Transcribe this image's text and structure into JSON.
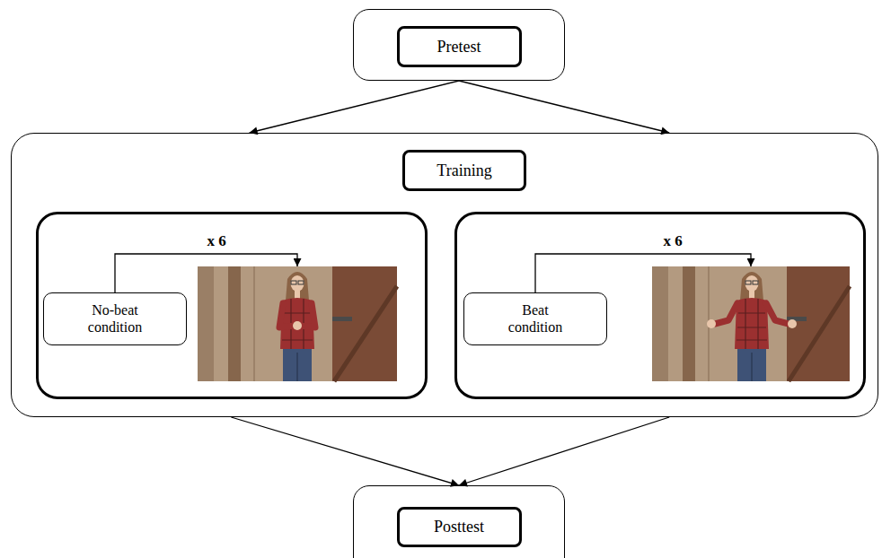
{
  "diagram": {
    "nodes": [
      {
        "text": [
          "Pretest"
        ]
      },
      {
        "text": [
          "Training"
        ]
      },
      {
        "text": [
          "x 6"
        ],
        "in": 1
      },
      {
        "text": [
          "No-beat condition"
        ],
        "in": 2
      },
      {
        "text": [
          "x 6"
        ],
        "in": 1
      },
      {
        "text": [
          "Beat condition"
        ],
        "in": 4
      },
      {
        "text": [
          "Posttest"
        ]
      }
    ],
    "edges": [
      {
        "from": 0,
        "to": 1,
        "arrow": "to"
      },
      {
        "from": 0,
        "to": 1,
        "arrow": "to"
      },
      {
        "from": 1,
        "to": 6,
        "arrow": "to"
      },
      {
        "from": 1,
        "to": 6,
        "arrow": "to"
      }
    ]
  }
}
